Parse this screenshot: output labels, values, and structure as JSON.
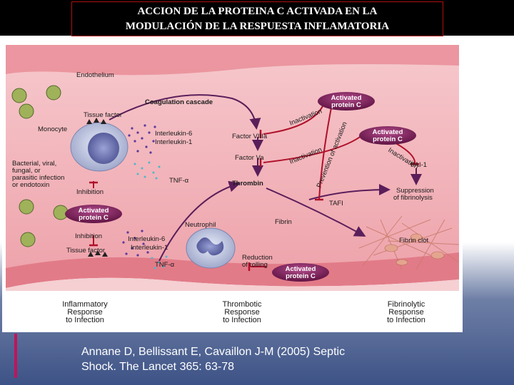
{
  "slide": {
    "title_line1": "ACCION DE LA PROTEINA C ACTIVADA EN LA",
    "title_line2": "MODULACIÓN DE LA RESPUESTA INFLAMATORIA",
    "citation_line1": "Annane D, Bellissant E, Cavaillon J-M (2005) Septic",
    "citation_line2": "Shock. The Lancet 365: 63-78",
    "accent_color": "#c0145a"
  },
  "figure": {
    "endothelium": "Endothelium",
    "coagulation_cascade": "Coagulation cascade",
    "tissue_factor_top": "Tissue factor",
    "monocyte": "Monocyte",
    "interleukin6_top": "Interleukin-6",
    "interleukin1_top": "Interleukin-1",
    "tnf_top": "TNF-α",
    "bacterial_line1": "Bacterial, viral,",
    "bacterial_line2": "fungal, or",
    "bacterial_line3": "parasitic infection",
    "bacterial_line4": "or endotoxin",
    "inhibition_top": "Inhibition",
    "inhibition_bottom": "Inhibition",
    "tissue_factor_bottom": "Tissue factor",
    "neutrophil": "Neutrophil",
    "interleukin6_bottom": "Interleukin-6",
    "interleukin1_bottom": "Interleukin-1",
    "tnf_bottom": "TNF-α",
    "reduction_line1": "Reduction",
    "reduction_line2": "of rolling",
    "factor_viiia": "Factor VIIIa",
    "factor_va": "Factor Va",
    "thrombin": "Thrombin",
    "fibrin": "Fibrin",
    "tafi": "TAFI",
    "pai1": "PAI-1",
    "inactivation_1": "Inactivation",
    "inactivation_2": "Inactivation",
    "inactivation_3": "Inactivation",
    "prevention": "Prevention of activation",
    "suppression_line1": "Suppression",
    "suppression_line2": "of fibrinolysis",
    "fibrin_clot": "Fibrin clot",
    "apc_line1": "Activated",
    "apc_line2": "protein C",
    "inflammatory_line1": "Inflammatory",
    "inflammatory_line2": "Response",
    "inflammatory_line3": "to Infection",
    "thrombotic_line1": "Thrombotic",
    "thrombotic_line2": "Response",
    "thrombotic_line3": "to Infection",
    "fibrinolytic_line1": "Fibrinolytic",
    "fibrinolytic_line2": "Response",
    "fibrinolytic_line3": "to Infection",
    "colors": {
      "vessel": "#f2b7bd",
      "endothelium": "#e98a95",
      "apc_fill": "#7a1a55",
      "arrow": "#5a1e5a",
      "inhibit": "#b0102a"
    }
  }
}
